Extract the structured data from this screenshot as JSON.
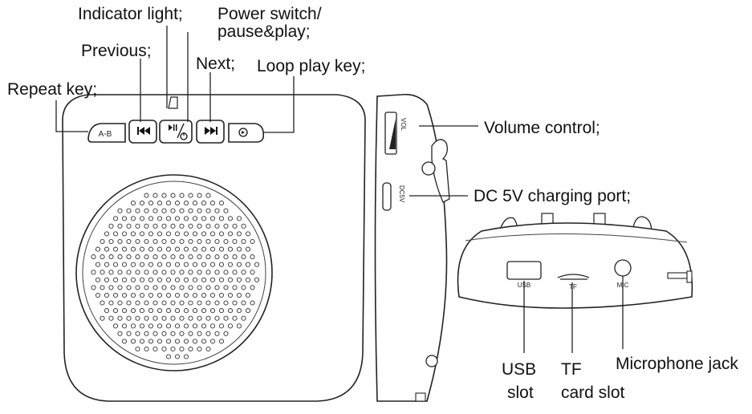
{
  "labels": {
    "indicator": "Indicator light;",
    "power_line1": "Power switch/",
    "power_line2": "pause&play;",
    "previous": "Previous;",
    "next": "Next;",
    "loop": "Loop play key;",
    "repeat": "Repeat key;",
    "volume": "Volume control;",
    "dc": "DC 5V charging port;",
    "usb_line1": "USB",
    "usb_line2": "slot",
    "tf_line1": "TF",
    "tf_line2": "card slot",
    "mic": "Microphone jack"
  },
  "device_text": {
    "ab": "A-B",
    "vol": "VOL",
    "dc5v": "DC5V",
    "usb": "USB",
    "tf": "TF",
    "mic": "MIC"
  },
  "icons": {
    "previous": "previous-icon",
    "playpause": "play-pause-power-icon",
    "next": "next-icon",
    "loop": "loop-icon"
  }
}
